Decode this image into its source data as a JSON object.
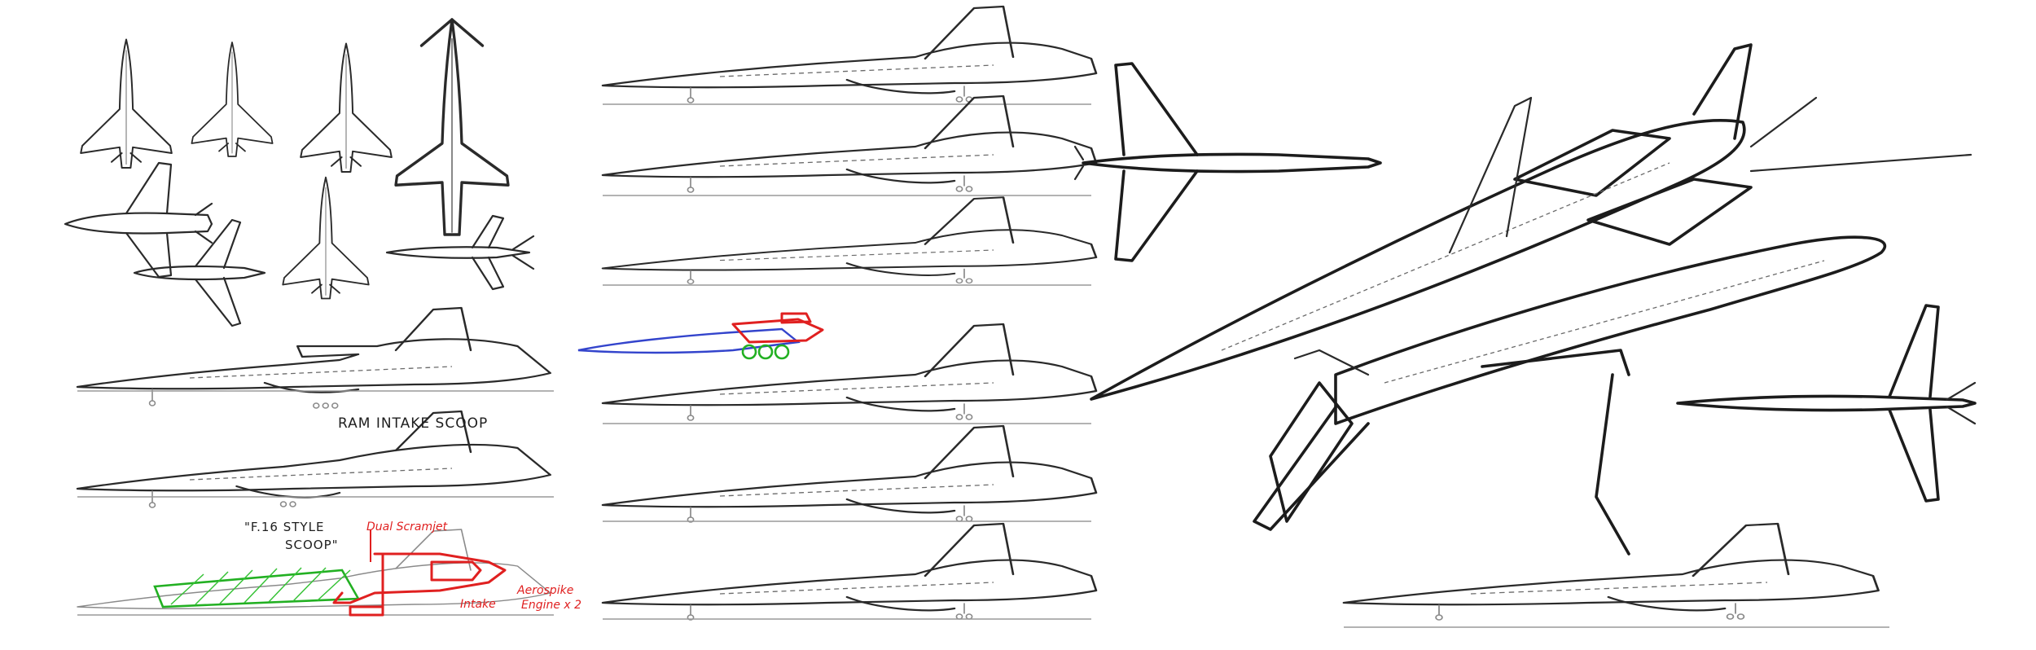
{
  "annotations": {
    "ram_intake": "RAM INTAKE SCOOP",
    "f16_line1": "\"F.16 STYLE",
    "f16_line2": "SCOOP\"",
    "dual_scramjet": "Dual Scramjet",
    "intake": "Intake",
    "aerospike": "Aerospike",
    "engine_x2": "Engine x 2"
  },
  "colors": {
    "ink": "#2a2a2a",
    "markup_red": "#e02020",
    "markup_blue": "#3344cc",
    "markup_green": "#22b022"
  },
  "icons": [
    "plan-view-sketch",
    "side-view-sketch",
    "perspective-sketch"
  ]
}
